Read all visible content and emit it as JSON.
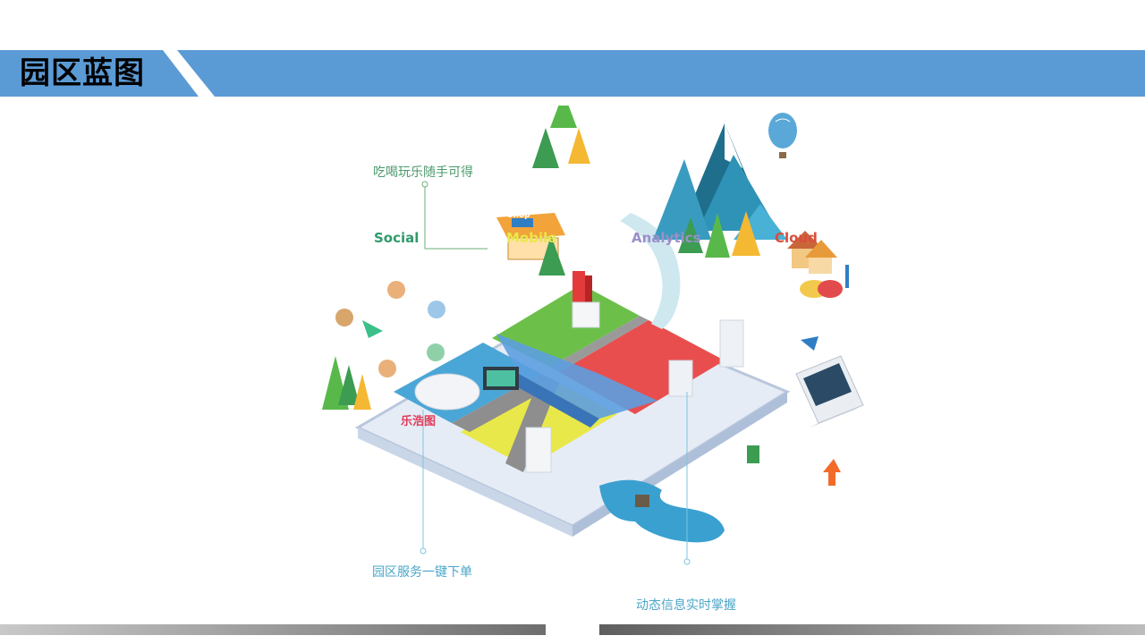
{
  "header": {
    "title": "园区蓝图"
  },
  "callouts": {
    "top": "吃喝玩乐随手可得",
    "bottom_left": "园区服务一键下单",
    "bottom_right": "动态信息实时掌握"
  },
  "keywords": {
    "social": "Social",
    "mobile": "Mobile",
    "analytics": "Analytics",
    "cloud": "Cloud"
  },
  "badges": {
    "shop_sign": "Shop",
    "logo": "乐浩图"
  },
  "colors": {
    "header": "#5b9bd5",
    "social": "#2e9b6b",
    "mobile": "#e8e84a",
    "analytics": "#9b8fc9",
    "cloud": "#d94f3c",
    "callout_green": "#4c9a6c",
    "callout_blue": "#4aa6c8"
  }
}
